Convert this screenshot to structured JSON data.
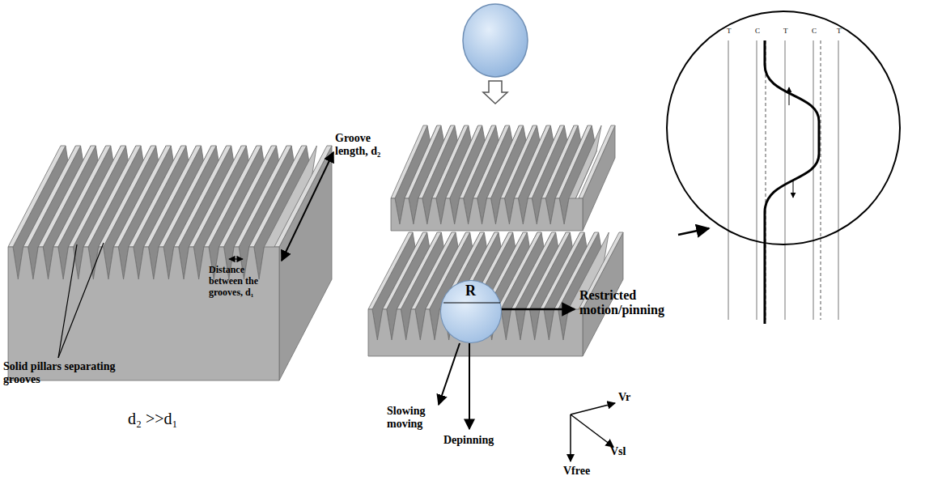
{
  "diagram": {
    "nodes": [
      {
        "text": [
          "R"
        ]
      },
      {
        "text": [
          "T",
          "C",
          "T",
          "C",
          "T"
        ]
      }
    ],
    "labels": [
      "Groove length, d₂",
      "Distance between the grooves, d₁",
      "Solid pillars separating grooves",
      "d₂ >>d₁",
      "Restricted motion/pinning",
      "Slowing moving",
      "Depinning",
      "Vr",
      "Vsl",
      "Vfree"
    ]
  }
}
